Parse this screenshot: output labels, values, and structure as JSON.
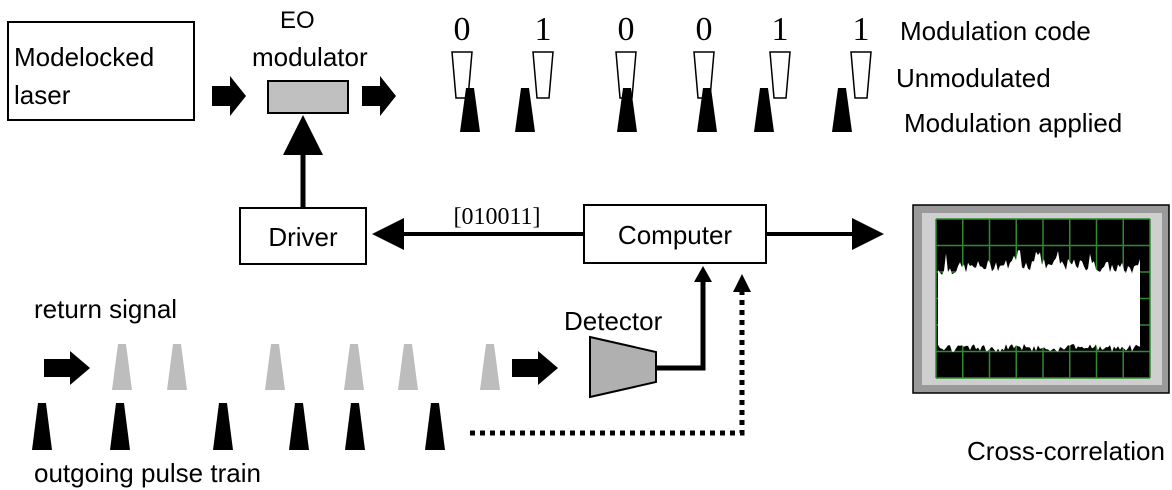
{
  "labels": {
    "laser": [
      "Modelocked",
      "laser"
    ],
    "eo_modulator": [
      "EO",
      "modulator"
    ],
    "driver": "Driver",
    "computer": "Computer",
    "code_sent": "[010011]",
    "detector": "Detector",
    "return_signal": "return signal",
    "outgoing_pulse_train": "outgoing pulse train",
    "cross_correlation": "Cross-correlation",
    "modulation_code": "Modulation code",
    "unmodulated": "Unmodulated",
    "modulation_applied": "Modulation applied"
  },
  "code_bits": [
    "0",
    "1",
    "0",
    "0",
    "1",
    "1"
  ],
  "colors": {
    "pulse_dark": "#000000",
    "pulse_gray": "#bdbdbd",
    "modulator_fill": "#c0c0c0",
    "detector_fill": "#b0b0b0",
    "scope_bezel": "#9a9a9a",
    "scope_screen": "#000000",
    "scope_grid": "#2e8b2e",
    "scope_trace": "#ffffff"
  }
}
